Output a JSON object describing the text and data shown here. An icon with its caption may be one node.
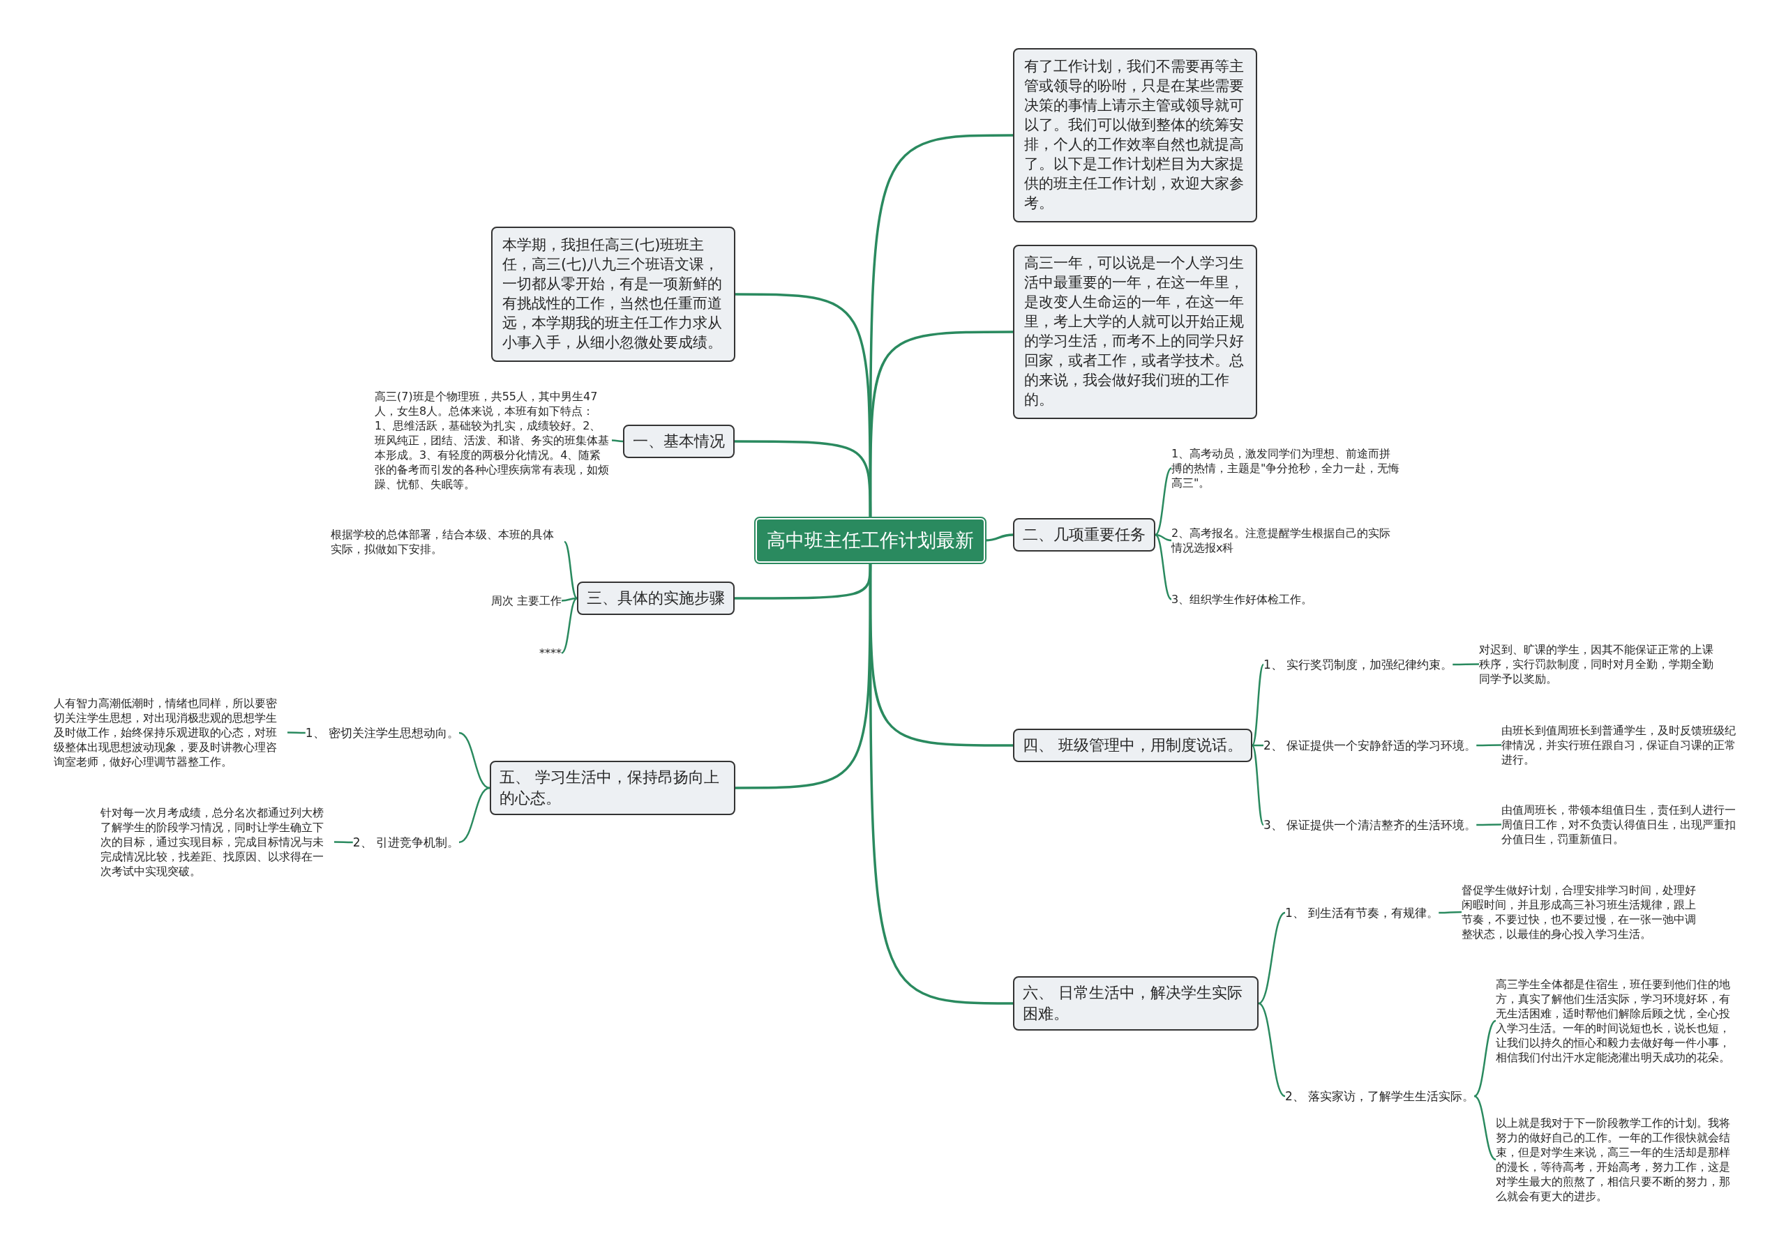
{
  "diagram": {
    "nodes": [
      {
        "text": [
          "高中班主任工作计划最新"
        ]
      },
      {
        "text": [
          "本学期，我担任高三(七)班班主任，高三(七)八九三个班语文课，一切都从零开始，有是一项新鲜的有挑战性的工作，当然也任重而道远，本学期我的班主任工作力求从小事入手，从细小忽微处要成绩。"
        ]
      },
      {
        "text": [
          "有了工作计划，我们不需要再等主管或领导的吩咐，只是在某些需要决策的事情上请示主管或领导就可以了。我们可以做到整体的统筹安排，个人的工作效率自然也就提高了。以下是工作计划栏目为大家提供的班主任工作计划，欢迎大家参考。"
        ]
      },
      {
        "text": [
          "高三一年，可以说是一个人学习生活中最重要的一年，在这一年里，是改变人生命运的一年，在这一年里，考上大学的人就可以开始正规的学习生活，而考不上的同学只好回家，或者工作，或者学技术。总的来说，我会做好我们班的工作的。"
        ]
      },
      {
        "text": [
          "一、基本情况"
        ]
      },
      {
        "text": [
          "高三(7)班是个物理班，共55人，其中男生47人，女生8人。总体来说，本班有如下特点：1、思维活跃，基础较为扎实，成绩较好。2、班风纯正，团结、活泼、和谐、务实的班集体基本形成。3、有轻度的两极分化情况。4、随紧张的备考而引发的各种心理疾病常有表现，如烦躁、忧郁、失眠等。"
        ]
      },
      {
        "text": [
          "二、几项重要任务"
        ]
      },
      {
        "text": [
          "1、高考动员，激发同学们为理想、前途而拼搏的热情，主题是\"争分抢秒，全力一赴，无悔高三\"。"
        ]
      },
      {
        "text": [
          "2、高考报名。注意提醒学生根据自己的实际情况选报x科"
        ]
      },
      {
        "text": [
          "3、组织学生作好体检工作。"
        ]
      },
      {
        "text": [
          "三、具体的实施步骤"
        ]
      },
      {
        "text": [
          "根据学校的总体部署，结合本级、本班的具体实际，拟做如下安排。"
        ]
      },
      {
        "text": [
          "周次 主要工作"
        ]
      },
      {
        "text": [
          "****"
        ]
      },
      {
        "text": [
          "四、 班级管理中，用制度说话。"
        ]
      },
      {
        "text": [
          "1、 实行奖罚制度，加强纪律约束。"
        ]
      },
      {
        "text": [
          "对迟到、旷课的学生，因其不能保证正常的上课秩序，实行罚款制度，同时对月全勤，学期全勤同学予以奖励。"
        ]
      },
      {
        "text": [
          "2、 保证提供一个安静舒适的学习环境。"
        ]
      },
      {
        "text": [
          "由班长到值周班长到普通学生，及时反馈班级纪律情况，并实行班任跟自习，保证自习课的正常进行。"
        ]
      },
      {
        "text": [
          "3、 保证提供一个清洁整齐的生活环境。"
        ]
      },
      {
        "text": [
          "由值周班长，带领本组值日生，责任到人进行一周值日工作，对不负责认得值日生，出现严重扣分值日生，罚重新值日。"
        ]
      },
      {
        "text": [
          "五、 学习生活中，保持昂扬向上的心态。"
        ]
      },
      {
        "text": [
          "1、 密切关注学生思想动向。"
        ]
      },
      {
        "text": [
          "人有智力高潮低潮时，情绪也同样，所以要密切关注学生思想，对出现消极悲观的思想学生及时做工作，始终保持乐观进取的心态，对班级整体出现思想波动现象，要及时讲教心理咨询室老师，做好心理调节器整工作。"
        ]
      },
      {
        "text": [
          "2、 引进竞争机制。"
        ]
      },
      {
        "text": [
          "针对每一次月考成绩，总分名次都通过列大榜了解学生的阶段学习情况，同时让学生确立下次的目标，通过实现目标，完成目标情况与未完成情况比较，找差距、找原因、以求得在一次考试中实现突破。"
        ]
      },
      {
        "text": [
          "六、 日常生活中，解决学生实际困难。"
        ]
      },
      {
        "text": [
          "1、 到生活有节奏，有规律。"
        ]
      },
      {
        "text": [
          "督促学生做好计划，合理安排学习时间，处理好闲暇时间，并且形成高三补习班生活规律，跟上节奏，不要过快，也不要过慢，在一张一弛中调整状态，以最佳的身心投入学习生活。"
        ]
      },
      {
        "text": [
          "2、 落实家访，了解学生生活实际。"
        ]
      },
      {
        "text": [
          "高三学生全体都是住宿生，班任要到他们住的地方，真实了解他们生活实际，学习环境好坏，有无生活困难，适时帮他们解除后顾之忧，全心投入学习生活。一年的时间说短也长，说长也短，让我们以持久的恒心和毅力去做好每一件小事，相信我们付出汗水定能浇灌出明天成功的花朵。"
        ]
      },
      {
        "text": [
          "以上就是我对于下一阶段教学工作的计划。我将努力的做好自己的工作。一年的工作很快就会结束，但是对学生来说，高三一年的生活却是那样的漫长，等待高考，开始高考，努力工作，这是对学生最大的煎熬了，相信只要不断的努力，那么就会有更大的进步。"
        ]
      }
    ],
    "edges": [
      {
        "from": 0,
        "to": 1,
        "arrow": "none"
      },
      {
        "from": 0,
        "to": 2,
        "arrow": "none"
      },
      {
        "from": 0,
        "to": 3,
        "arrow": "none"
      },
      {
        "from": 0,
        "to": 4,
        "arrow": "none"
      },
      {
        "from": 4,
        "to": 5,
        "arrow": "none"
      },
      {
        "from": 0,
        "to": 6,
        "arrow": "none"
      },
      {
        "from": 6,
        "to": 7,
        "arrow": "none"
      },
      {
        "from": 6,
        "to": 8,
        "arrow": "none"
      },
      {
        "from": 6,
        "to": 9,
        "arrow": "none"
      },
      {
        "from": 0,
        "to": 10,
        "arrow": "none"
      },
      {
        "from": 10,
        "to": 11,
        "arrow": "none"
      },
      {
        "from": 10,
        "to": 12,
        "arrow": "none"
      },
      {
        "from": 10,
        "to": 13,
        "arrow": "none"
      },
      {
        "from": 0,
        "to": 14,
        "arrow": "none"
      },
      {
        "from": 14,
        "to": 15,
        "arrow": "none"
      },
      {
        "from": 15,
        "to": 16,
        "arrow": "none"
      },
      {
        "from": 14,
        "to": 17,
        "arrow": "none"
      },
      {
        "from": 17,
        "to": 18,
        "arrow": "none"
      },
      {
        "from": 14,
        "to": 19,
        "arrow": "none"
      },
      {
        "from": 19,
        "to": 20,
        "arrow": "none"
      },
      {
        "from": 0,
        "to": 21,
        "arrow": "none"
      },
      {
        "from": 21,
        "to": 22,
        "arrow": "none"
      },
      {
        "from": 22,
        "to": 23,
        "arrow": "none"
      },
      {
        "from": 21,
        "to": 24,
        "arrow": "none"
      },
      {
        "from": 24,
        "to": 25,
        "arrow": "none"
      },
      {
        "from": 0,
        "to": 26,
        "arrow": "none"
      },
      {
        "from": 26,
        "to": 27,
        "arrow": "none"
      },
      {
        "from": 27,
        "to": 28,
        "arrow": "none"
      },
      {
        "from": 26,
        "to": 29,
        "arrow": "none"
      },
      {
        "from": 29,
        "to": 30,
        "arrow": "none"
      },
      {
        "from": 29,
        "to": 31,
        "arrow": "none"
      }
    ]
  }
}
